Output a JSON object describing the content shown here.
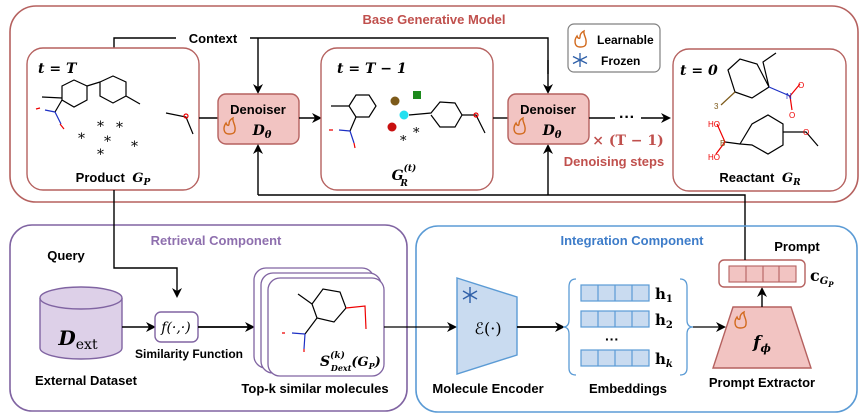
{
  "colors": {
    "base_border": "#b5615f",
    "base_title": "#c0504d",
    "retrieval_border": "#8064a2",
    "retrieval_title": "#8e6fae",
    "integration_border": "#5b9bd5",
    "integration_title": "#3d7cc9",
    "denoiser_fill": "#f2c4c2",
    "encoder_fill": "#c9dbf0",
    "database_fill": "#ddd0e8",
    "flame": "#d26a1d",
    "snowflake": "#2e5fa8"
  },
  "base": {
    "title": "Base Generative Model",
    "context_label": "Context",
    "product_box": {
      "time": "t = T",
      "label": "Product",
      "symbol": "G",
      "sub": "P"
    },
    "intermediate_box": {
      "time": "t = T − 1",
      "symbol": "G",
      "sub": "R",
      "sup": "(t)"
    },
    "reactant_box": {
      "time": "t = 0",
      "label": "Reactant",
      "symbol": "G",
      "sub": "R"
    },
    "denoiser": {
      "label": "Denoiser",
      "symbol": "D",
      "sub": "θ"
    },
    "ellipsis": "···",
    "repeat": "× (T − 1)",
    "steps_label": "Denoising steps"
  },
  "legend": {
    "learnable": "Learnable",
    "frozen": "Frozen"
  },
  "retrieval": {
    "title": "Retrieval Component",
    "query_label": "Query",
    "dataset_symbol": "D",
    "dataset_sub": "ext",
    "dataset_label": "External Dataset",
    "sim_function": "f(·,·)",
    "sim_label": "Similarity Function",
    "topk_symbol": "S",
    "topk_sup": "(k)",
    "topk_sub": "Dext",
    "topk_arg": "(G",
    "topk_arg_sub": "P",
    "topk_label": "Top-k similar molecules"
  },
  "integration": {
    "title": "Integration Component",
    "encoder_symbol": "ℰ(·)",
    "encoder_label": "Molecule Encoder",
    "embeddings_label": "Embeddings",
    "h1": "h",
    "h1_sub": "1",
    "h2": "h",
    "h2_sub": "2",
    "hk": "h",
    "hk_sub": "k",
    "dots": "···",
    "extractor_symbol": "f",
    "extractor_sub": "ϕ",
    "extractor_label": "Prompt Extractor",
    "prompt_label": "Prompt",
    "prompt_symbol": "c",
    "prompt_sub": "G",
    "prompt_subsub": "P"
  }
}
